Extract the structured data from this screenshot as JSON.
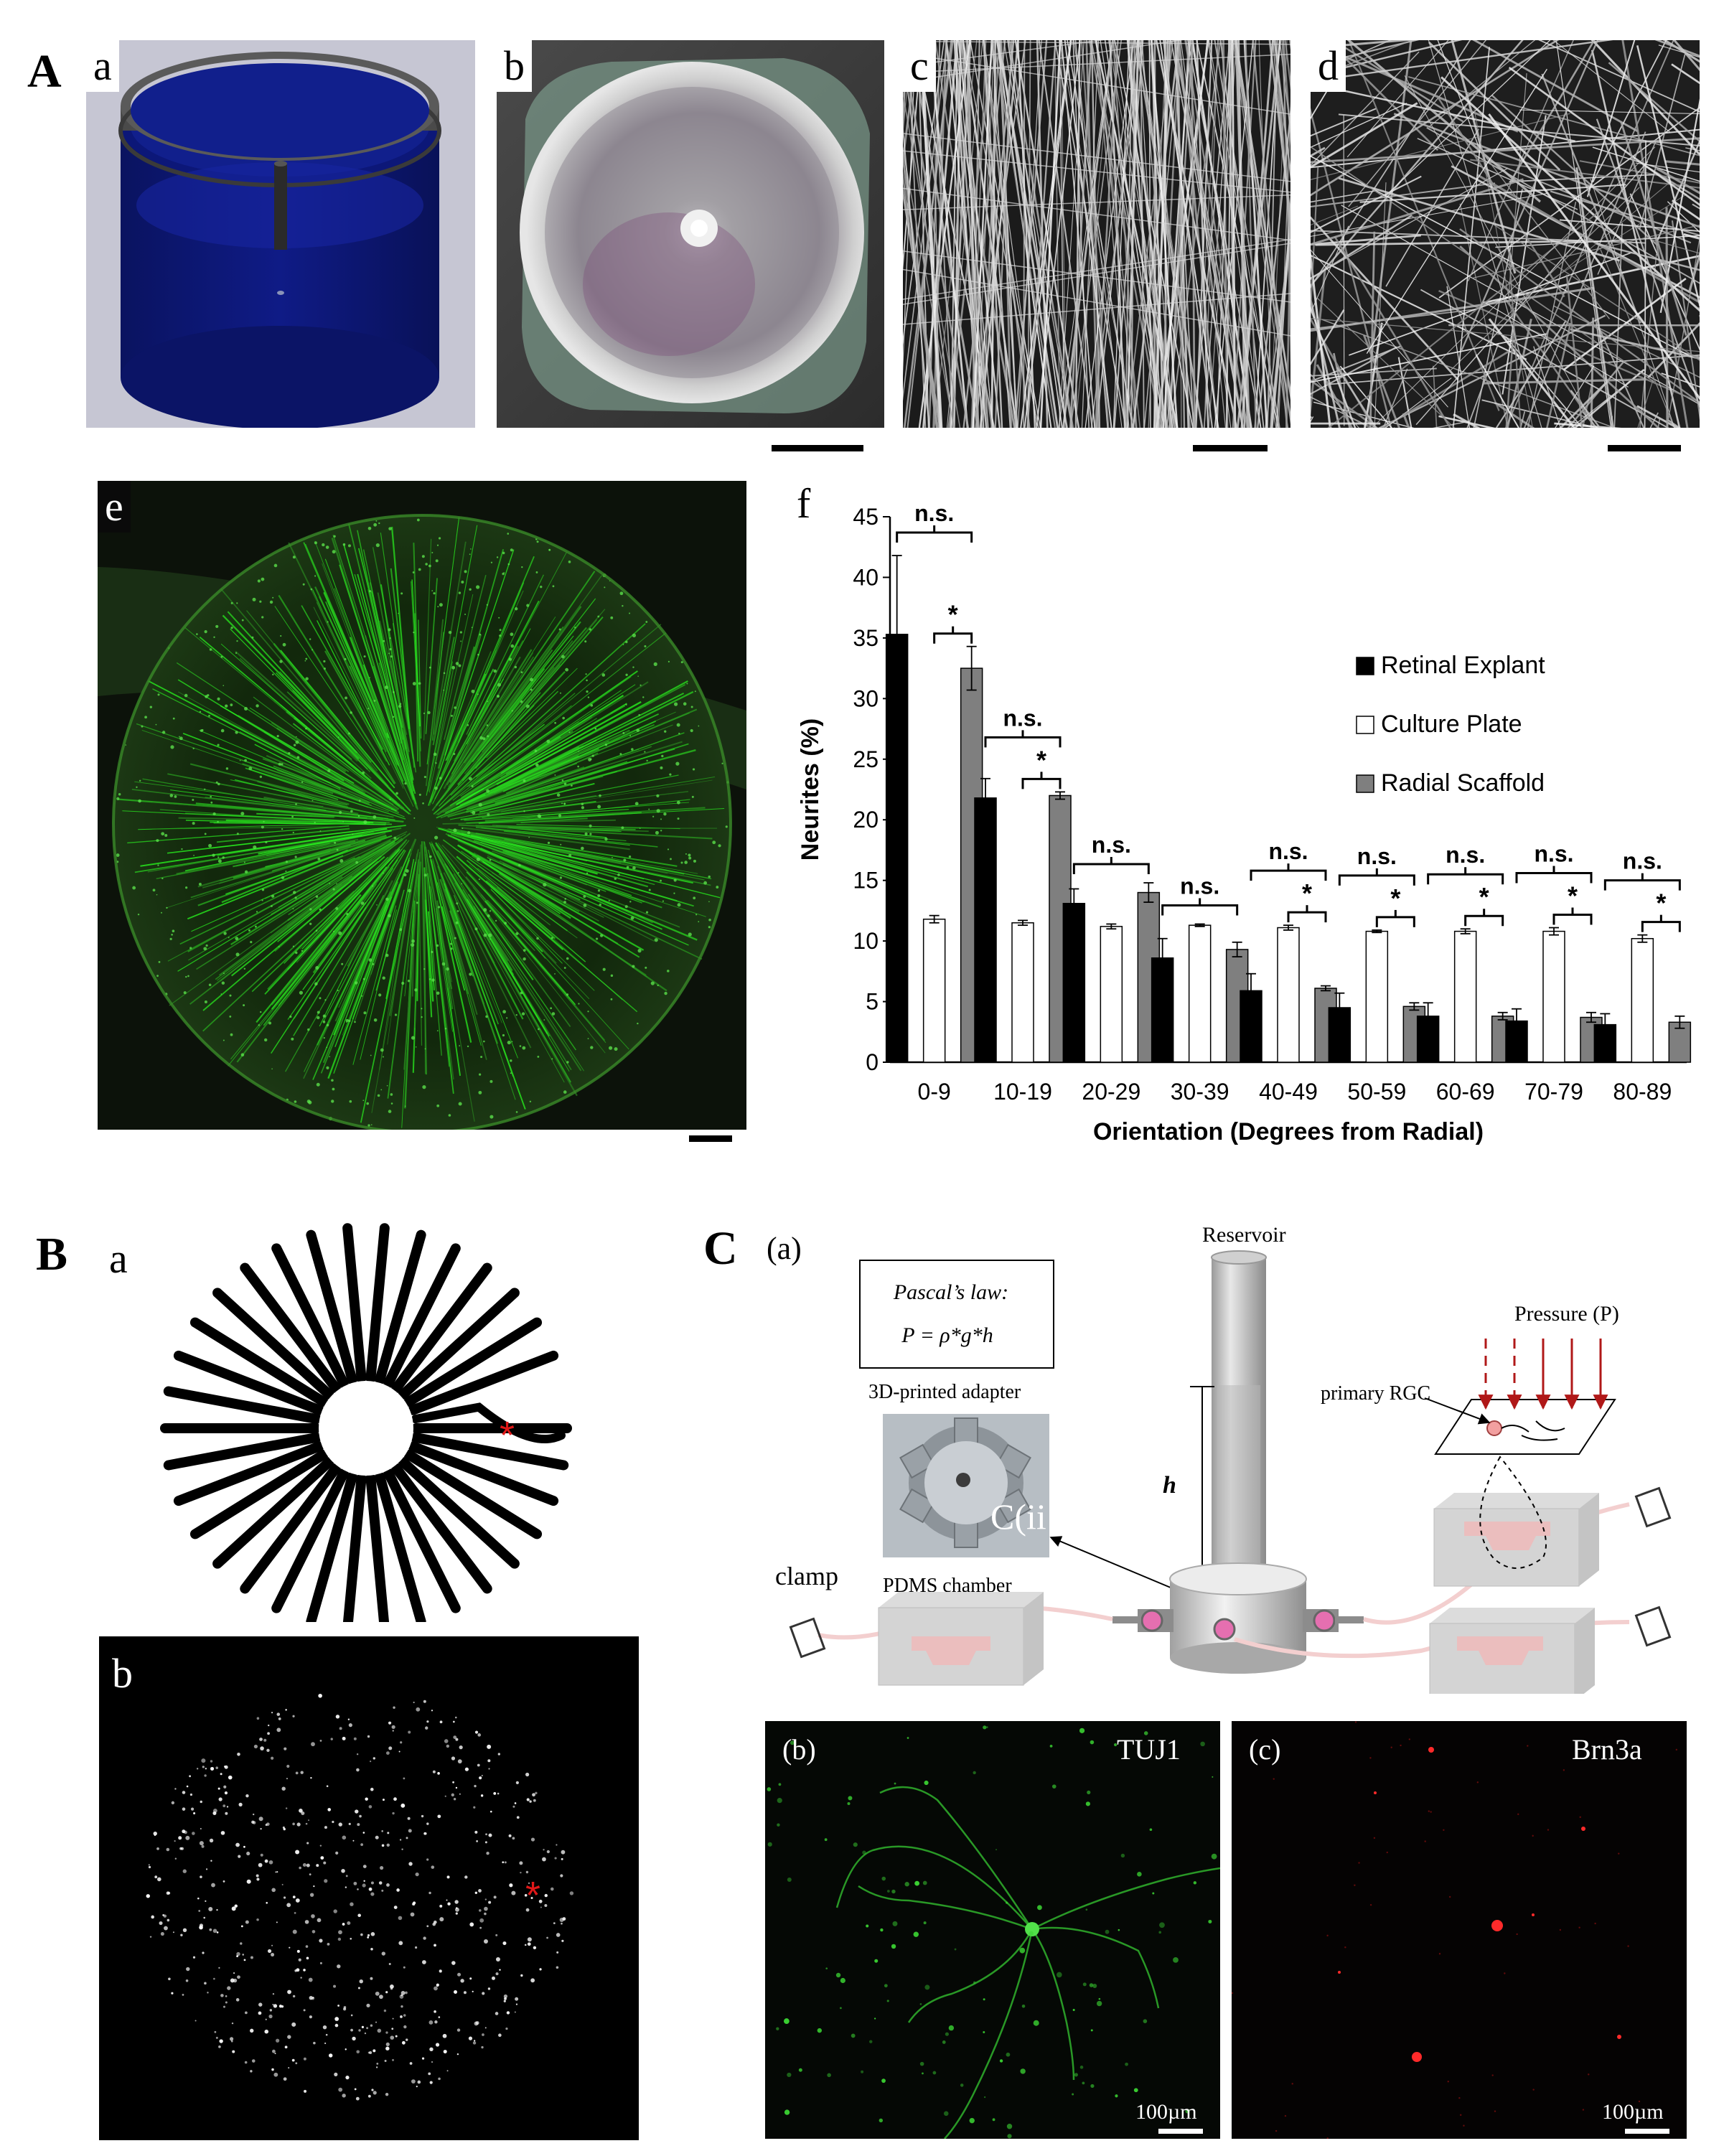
{
  "panel_letters": {
    "A": "A",
    "B": "B",
    "C": "C"
  },
  "sublabels": {
    "a": "a",
    "b": "b",
    "c": "c",
    "d": "d",
    "e": "e",
    "f": "f",
    "Ba": "a",
    "Bb": "b",
    "Ca": "(a)",
    "Cb": "(b)",
    "Cc": "(c)"
  },
  "chart_data": {
    "type": "bar",
    "ylabel": "Neurites (%)",
    "xlabel": "Orientation (Degrees from Radial)",
    "ylim": [
      0,
      45
    ],
    "yticks": [
      0,
      5,
      10,
      15,
      20,
      25,
      30,
      35,
      40,
      45
    ],
    "grid": false,
    "legend_position": "right",
    "categories": [
      "0-9",
      "10-19",
      "20-29",
      "30-39",
      "40-49",
      "50-59",
      "60-69",
      "70-79",
      "80-89"
    ],
    "series": [
      {
        "name": "Retinal Explant",
        "color": "#000000",
        "values": [
          35.3,
          21.8,
          13.1,
          8.6,
          5.9,
          4.5,
          3.8,
          3.4,
          3.1
        ],
        "errors": [
          6.5,
          1.6,
          1.2,
          1.6,
          1.4,
          1.2,
          1.1,
          1.0,
          0.9
        ]
      },
      {
        "name": "Culture Plate",
        "color": "#ffffff",
        "values": [
          11.8,
          11.5,
          11.2,
          11.3,
          11.1,
          10.8,
          10.8,
          10.8,
          10.2
        ],
        "errors": [
          0.3,
          0.2,
          0.2,
          0.1,
          0.2,
          0.1,
          0.2,
          0.3,
          0.3
        ]
      },
      {
        "name": "Radial Scaffold",
        "color": "#7f7f7f",
        "values": [
          32.5,
          22.0,
          14.0,
          9.3,
          6.1,
          4.6,
          3.8,
          3.7,
          3.3
        ],
        "errors": [
          1.8,
          0.3,
          0.8,
          0.6,
          0.2,
          0.3,
          0.3,
          0.4,
          0.5
        ]
      }
    ],
    "annotations": {
      "ns": "n.s.",
      "star": "*",
      "ns_groups": [
        "0-9",
        "10-19",
        "20-29",
        "30-39",
        "40-49",
        "50-59",
        "60-69",
        "70-79",
        "80-89"
      ],
      "star_groups": [
        "0-9",
        "10-19",
        "40-49",
        "50-59",
        "60-69",
        "70-79",
        "80-89"
      ]
    }
  },
  "diagram": {
    "pascal_title": "Pascal’s law:",
    "pascal_formula": "P = ρ*g*h",
    "reservoir": "Reservoir",
    "pressure": "Pressure (P)",
    "primary_rgc": "primary RGC",
    "adapter": "3D-printed adapter",
    "adapter_overlay": "C(ii",
    "h": "h",
    "clamp": "clamp",
    "pdms": "PDMS chamber"
  },
  "stains": {
    "tuj1": "TUJ1",
    "brn3a": "Brn3a",
    "scale_b": "100µm",
    "scale_c": "100µm"
  },
  "markers": {
    "asterisk": "*"
  },
  "colors": {
    "fluor_green": "#46d23a",
    "fluor_red": "#ff2a2a",
    "mold_blue": "#0c1670",
    "accent_red": "#e01818"
  }
}
